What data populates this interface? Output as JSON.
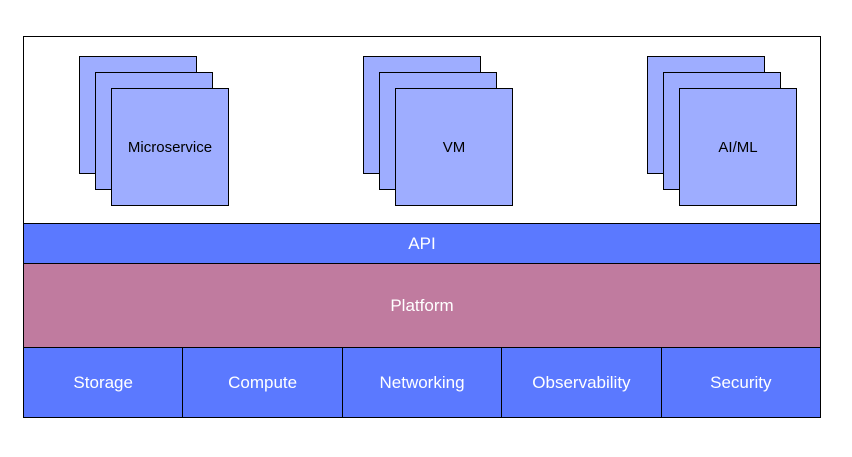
{
  "colors": {
    "card_fill": "#9eadff",
    "api_fill": "#5b79ff",
    "platform_fill": "#c07b9f",
    "infra_fill": "#5b79ff"
  },
  "workloads": [
    {
      "label": "Microservice"
    },
    {
      "label": "VM"
    },
    {
      "label": "AI/ML"
    }
  ],
  "api": {
    "label": "API"
  },
  "platform": {
    "label": "Platform"
  },
  "infrastructure": [
    {
      "label": "Storage"
    },
    {
      "label": "Compute"
    },
    {
      "label": "Networking"
    },
    {
      "label": "Observability"
    },
    {
      "label": "Security"
    }
  ]
}
